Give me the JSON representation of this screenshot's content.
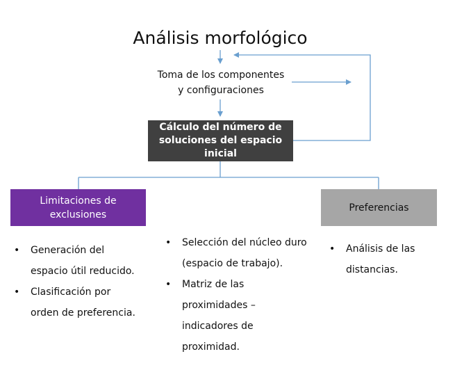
{
  "title": "Análisis morfológico",
  "step1": {
    "line1": "Toma  de los componentes",
    "line2": "y configuraciones"
  },
  "calc_box": {
    "line1": "Cálculo del número de",
    "line2": "soluciones del espacio",
    "line3": "inicial"
  },
  "limits_box": {
    "line1": "Limitaciones de",
    "line2": "exclusiones"
  },
  "prefs_box": {
    "label": "Preferencias"
  },
  "left_list": [
    {
      "line1": "Generación del",
      "line2": "espacio útil reducido."
    },
    {
      "line1": "Clasificación por",
      "line2": "orden de preferencia."
    }
  ],
  "middle_list": [
    {
      "line1": "Selección del núcleo duro",
      "line2": "(espacio de trabajo)."
    },
    {
      "line1": "Matriz de las",
      "line2": "proximidades –",
      "line3": "indicadores de",
      "line4": "proximidad."
    }
  ],
  "right_list": [
    {
      "line1": "Análisis de las",
      "line2": "distancias."
    }
  ],
  "colors": {
    "connector": "#6a9fcf",
    "calc_box": "#404040",
    "limits_box": "#7030a0",
    "prefs_box": "#a6a6a6"
  }
}
